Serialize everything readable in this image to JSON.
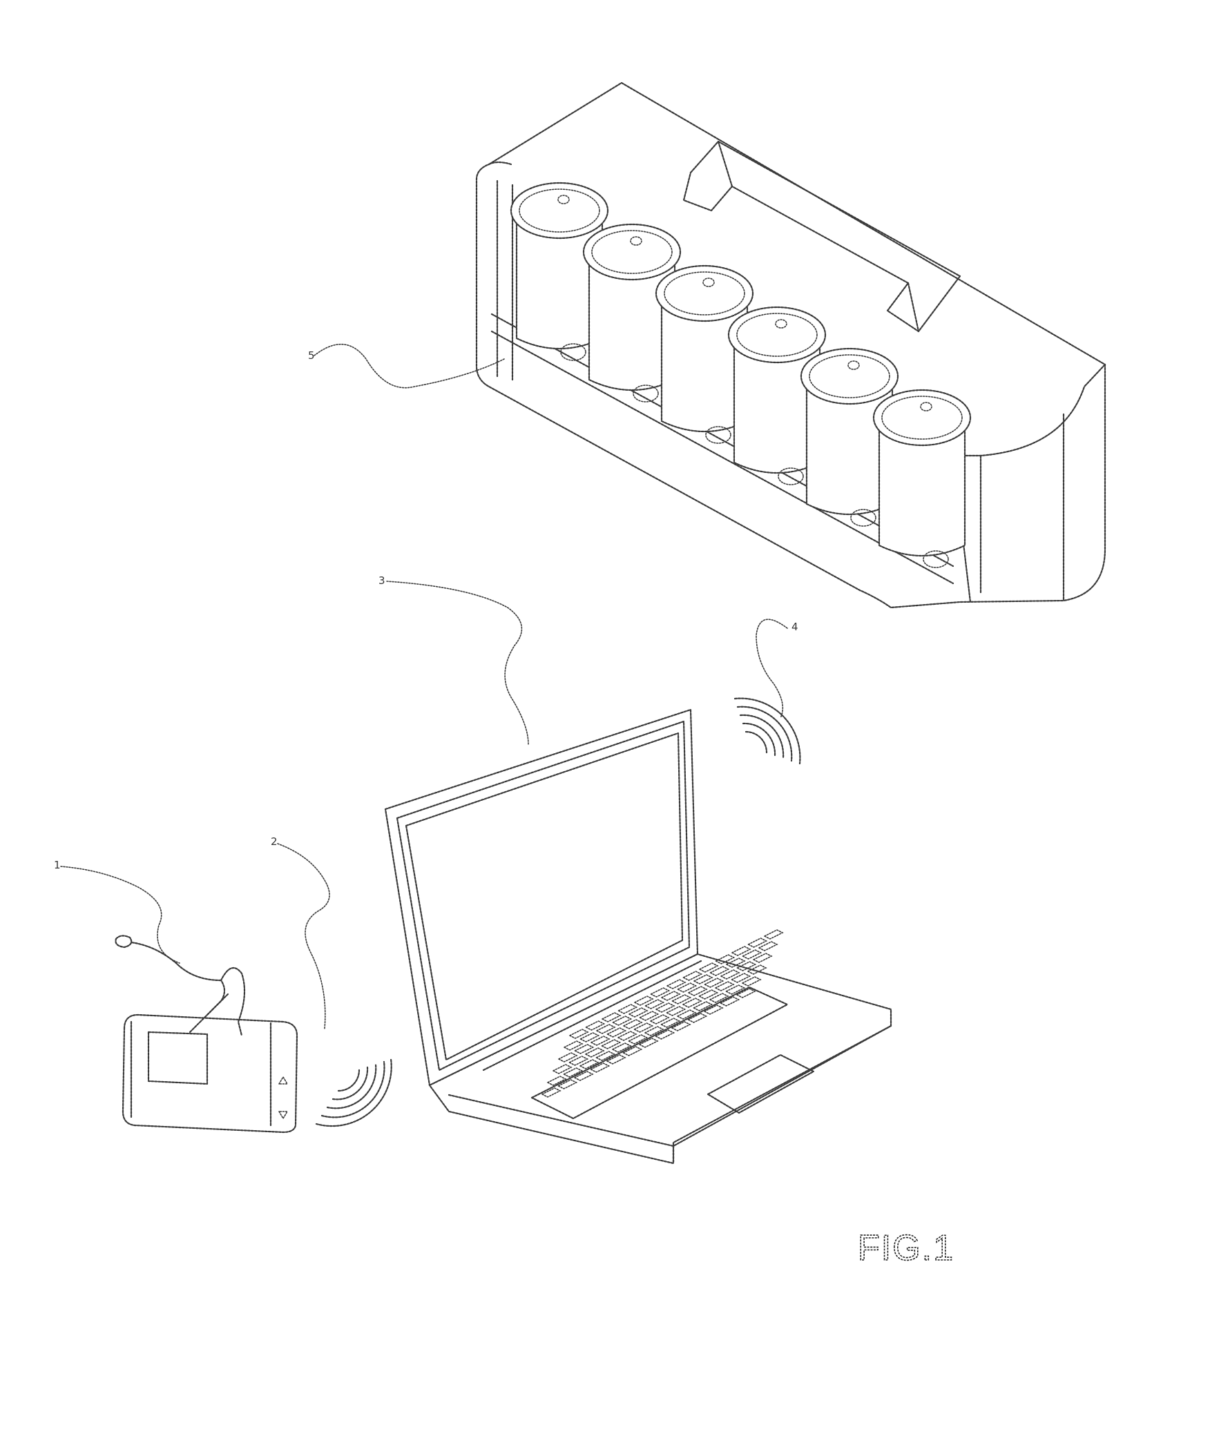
{
  "figure": {
    "label": "FIG.1"
  },
  "references": {
    "ref_1": "1",
    "ref_2": "2",
    "ref_3": "3",
    "ref_4": "4",
    "ref_5": "5"
  },
  "components": {
    "dispenser_canisters": 6,
    "icons": [
      "dispenser-unit-icon",
      "laptop-computer-icon",
      "handheld-reader-icon",
      "wireless-signal-icon"
    ]
  }
}
